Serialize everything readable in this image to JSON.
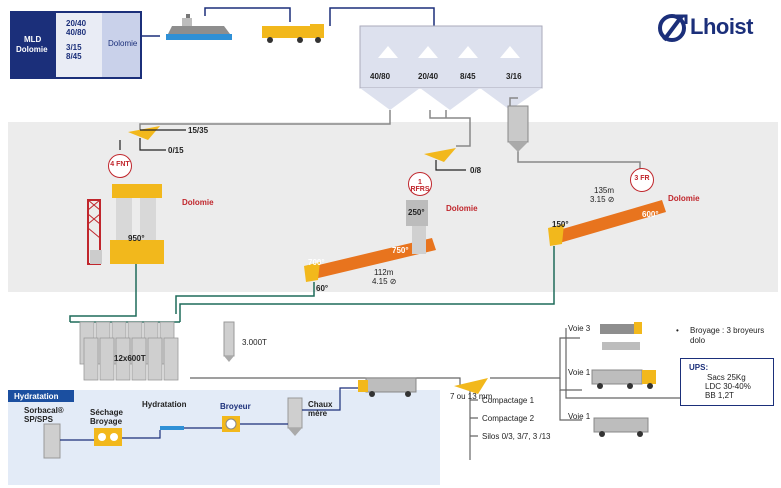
{
  "mld": {
    "title_line1": "MLD",
    "title_line2": "Dolomie",
    "sizes": [
      "20/40",
      "40/80",
      "3/15",
      "8/45"
    ],
    "product": "Dolomie"
  },
  "logo": {
    "text": "Lhoist"
  },
  "silos_top": [
    "40/80",
    "20/40",
    "8/45",
    "3/16"
  ],
  "crusher": {
    "cut1": "15/35",
    "cut2": "0/15",
    "cut3": "0/8"
  },
  "kilns": {
    "k4": {
      "id": "4 FNT",
      "material": "Dolomie",
      "temp": "950°"
    },
    "k1": {
      "id": "1 RFRS",
      "material": "Dolomie",
      "t_pre": "250°",
      "t_hot": "750°",
      "t_in": "700°",
      "t_out": "60°",
      "length": "112m",
      "diameter": "4.15 ⊘"
    },
    "k3": {
      "id": "3 FR",
      "material": "Dolomie",
      "length": "135m",
      "diameter": "3.15 ⊘",
      "t_hot": "600°",
      "t_in": "150°"
    }
  },
  "storage": {
    "silos_label": "12x600T",
    "single_label": "3.000T"
  },
  "screening": {
    "label": "7 ou 13 mm",
    "outputs": [
      "Compactage 1",
      "Compactage 2",
      "Silos 0/3, 3/7, 3 /13"
    ]
  },
  "voies": [
    "Voie 3",
    "Voie 1",
    "Voie 1"
  ],
  "broyage_note": [
    "Broyage : 3 broyeurs",
    "dolo"
  ],
  "ups": {
    "title": "UPS:",
    "lines": [
      "Sacs 25Kg",
      "LDC 30-40%",
      "BB 1,2T"
    ]
  },
  "hydration": {
    "title": "Hydratation",
    "sorbacal": [
      "Sorbacal®",
      "SP/SPS"
    ],
    "sechage": [
      "Séchage",
      "Broyage"
    ],
    "hydratation": "Hydratation",
    "broyeur": "Broyeur",
    "chaux": [
      "Chaux",
      "mère"
    ]
  },
  "colors": {
    "navy": "#1b2f7a",
    "red": "#c0262c",
    "orange": "#e8741e",
    "yellow": "#f2b81c"
  }
}
